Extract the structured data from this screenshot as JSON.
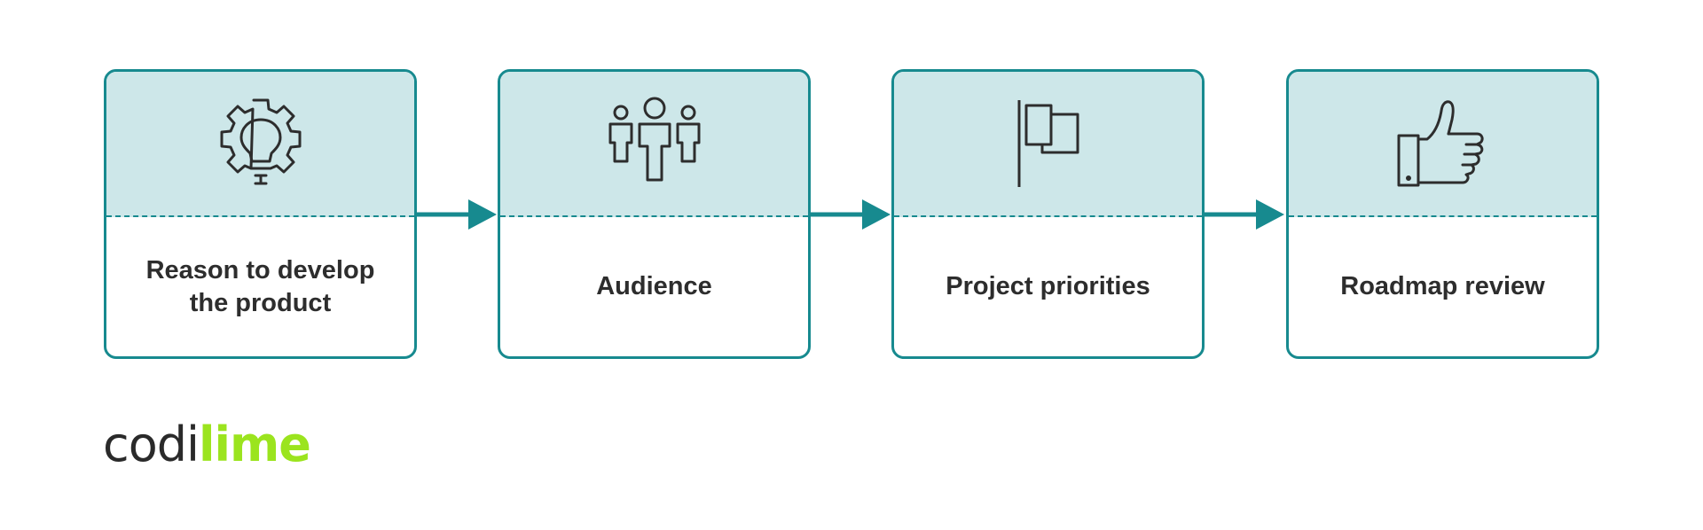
{
  "steps": [
    {
      "label": "Reason to develop\nthe product",
      "icon": "gear-lightbulb-icon"
    },
    {
      "label": "Audience",
      "icon": "people-group-icon"
    },
    {
      "label": "Project priorities",
      "icon": "flag-icon"
    },
    {
      "label": "Roadmap review",
      "icon": "thumbs-up-icon"
    }
  ],
  "logo": {
    "part1": "codi",
    "part2": "lime"
  },
  "colors": {
    "border": "#178a8f",
    "header_fill": "#cde7e9",
    "text": "#2d2d2d",
    "logo_dark": "#2a2a2a",
    "logo_accent": "#9be41e"
  }
}
